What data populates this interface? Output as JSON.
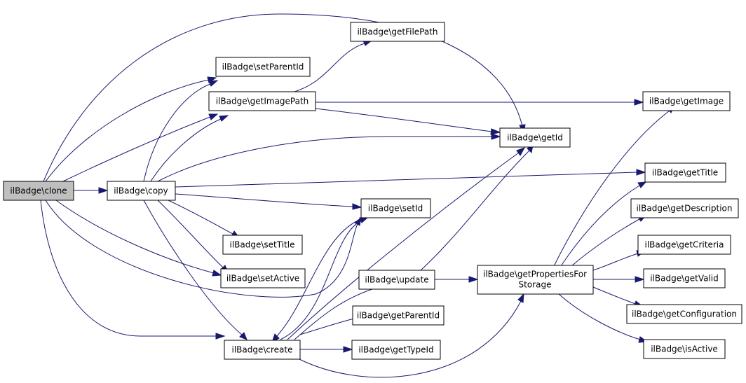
{
  "graph": {
    "edge_color": "#191970",
    "focus_fill": "#bfbfbf",
    "nodes": {
      "clone": "ilBadge\\clone",
      "copy": "ilBadge\\copy",
      "setParentId": "ilBadge\\setParentId",
      "getImagePath": "ilBadge\\getImagePath",
      "getFilePath": "ilBadge\\getFilePath",
      "getId": "ilBadge\\getId",
      "getImage": "ilBadge\\getImage",
      "getTitle": "ilBadge\\getTitle",
      "setId": "ilBadge\\setId",
      "setTitle": "ilBadge\\setTitle",
      "setActive": "ilBadge\\setActive",
      "update": "ilBadge\\update",
      "getPropertiesForStorage": [
        "ilBadge\\getPropertiesFor",
        "Storage"
      ],
      "getParentId": "ilBadge\\getParentId",
      "create": "ilBadge\\create",
      "getTypeId": "ilBadge\\getTypeId",
      "getDescription": "ilBadge\\getDescription",
      "getCriteria": "ilBadge\\getCriteria",
      "getValid": "ilBadge\\getValid",
      "getConfiguration": "ilBadge\\getConfiguration",
      "isActive": "ilBadge\\isActive"
    }
  }
}
